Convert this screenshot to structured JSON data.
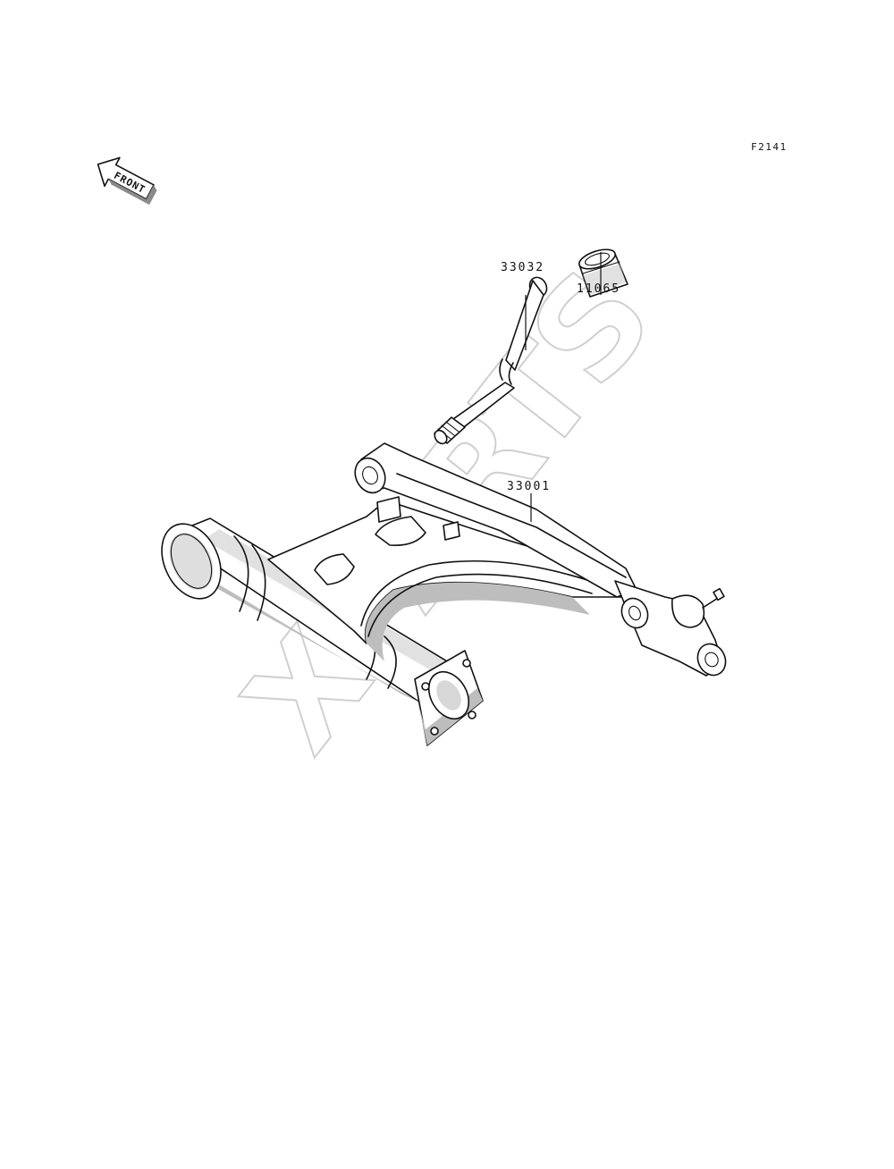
{
  "figure": {
    "code": "F2141",
    "front_label": "FRONT"
  },
  "parts": [
    {
      "number": "11065"
    },
    {
      "number": "33032"
    },
    {
      "number": "33001"
    }
  ],
  "watermark": {
    "text": "XPARTS"
  },
  "colors": {
    "ink": "#111111",
    "shade": "#bdbdbd",
    "watermark_outline": "#cfcfcf"
  }
}
